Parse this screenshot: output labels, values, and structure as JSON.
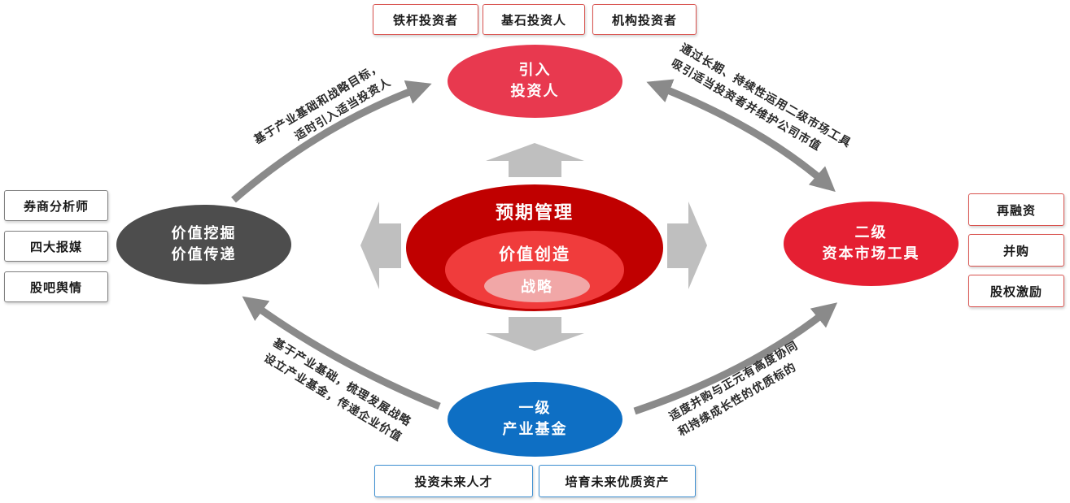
{
  "top_tags": [
    "铁杆投资者",
    "基石投资人",
    "机构投资者"
  ],
  "left_tags": [
    "券商分析师",
    "四大报媒",
    "股吧舆情"
  ],
  "right_tags": [
    "再融资",
    "并购",
    "股权激励"
  ],
  "bottom_tags": [
    "投资未来人才",
    "培育未来优质资产"
  ],
  "nodes": {
    "top": {
      "line1": "引入",
      "line2": "投资人"
    },
    "left": {
      "line1": "价值挖掘",
      "line2": "价值传递"
    },
    "right": {
      "line1": "二级",
      "line2": "资本市场工具"
    },
    "bottom": {
      "line1": "一级",
      "line2": "产业基金"
    }
  },
  "center": {
    "outer": "预期管理",
    "middle": "价值创造",
    "inner": "战略"
  },
  "edges": {
    "top_left": {
      "line1": "基于产业基础和战略目标，",
      "line2": "适时引入适当投资人"
    },
    "top_right": {
      "line1": "通过长期、持续性运用二级市场工具",
      "line2": "吸引适当投资者并维护公司市值"
    },
    "bottom_left": {
      "line1": "基于产业基础，梳理发展战略",
      "line2": "设立产业基金，传递企业价值"
    },
    "bottom_right": {
      "line1": "适度并购与正元有高度协同",
      "line2": "和持续成长性的优质标的"
    }
  },
  "colors": {
    "top_node": "#e8394f",
    "left_node": "#4d4d4d",
    "right_node": "#e51f32",
    "bottom_node": "#0e6fc4",
    "center_outer": "#c00000",
    "center_middle": "#f03c3c",
    "center_inner": "#f1a7a7",
    "arrow": "#8a8a8a",
    "block_arrow": "#bfbfbf"
  }
}
